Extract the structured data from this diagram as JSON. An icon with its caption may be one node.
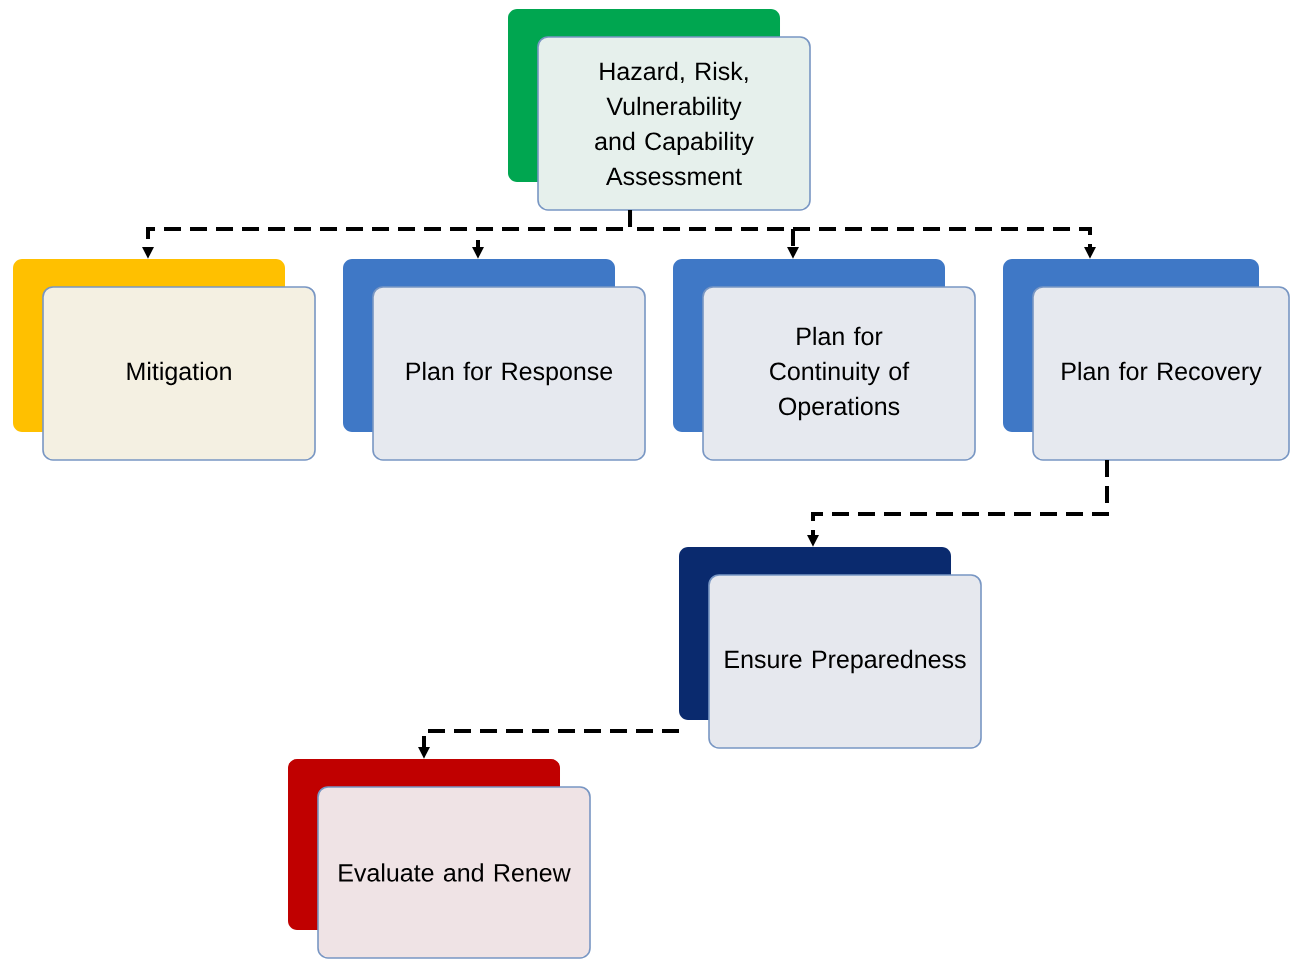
{
  "diagram": {
    "nodes": [
      {
        "text": [
          "Hazard, Risk, Vulnerability and Capability Assessment"
        ]
      },
      {
        "text": [
          "Mitigation"
        ]
      },
      {
        "text": [
          "Plan for Response"
        ]
      },
      {
        "text": [
          "Plan for Continuity of Operations"
        ]
      },
      {
        "text": [
          "Plan for Recovery"
        ]
      },
      {
        "text": [
          "Ensure Preparedness"
        ]
      },
      {
        "text": [
          "Evaluate and Renew"
        ]
      }
    ],
    "edges": [
      {
        "from": 0,
        "to": 1,
        "arrow": "to",
        "style": "dashed"
      },
      {
        "from": 0,
        "to": 2,
        "arrow": "to",
        "style": "dashed"
      },
      {
        "from": 0,
        "to": 3,
        "arrow": "to",
        "style": "dashed"
      },
      {
        "from": 0,
        "to": 4,
        "arrow": "to",
        "style": "dashed"
      },
      {
        "from": 4,
        "to": 5,
        "arrow": "to",
        "style": "dashed"
      },
      {
        "from": 5,
        "to": 6,
        "arrow": "to",
        "style": "dashed"
      }
    ]
  }
}
